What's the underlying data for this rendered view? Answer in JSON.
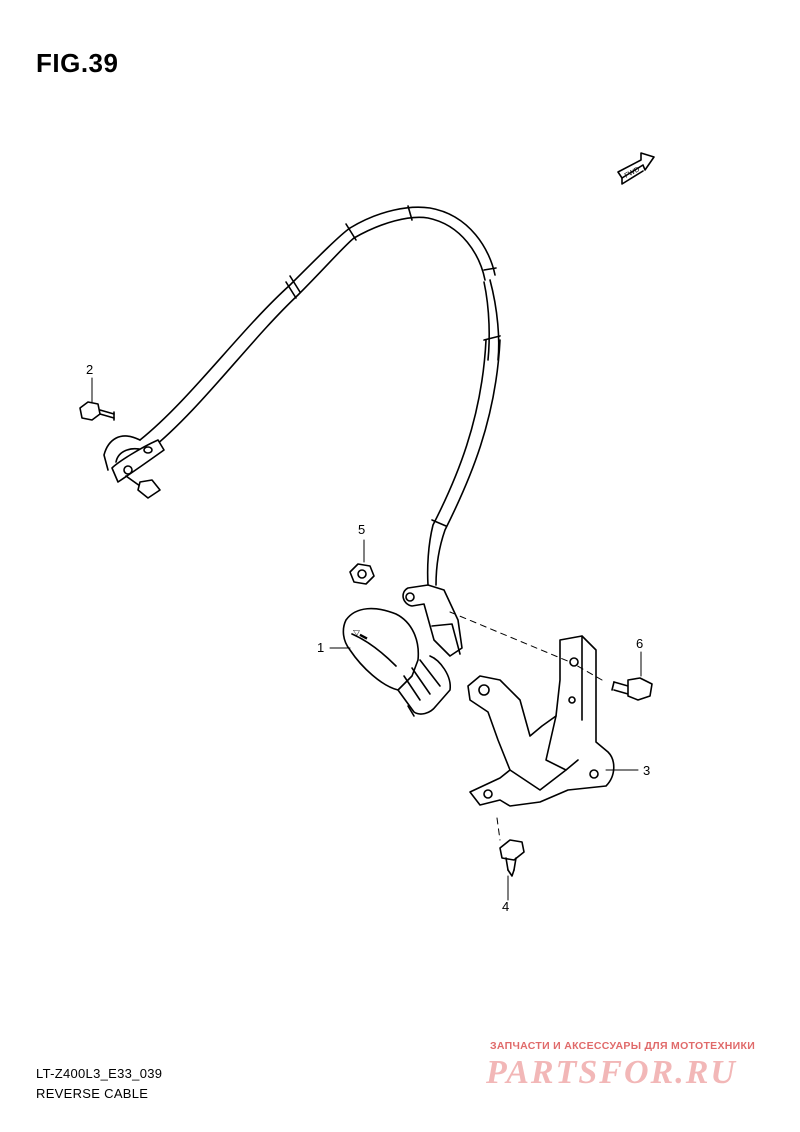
{
  "figure": {
    "title": "FIG.39"
  },
  "callouts": [
    {
      "id": "1",
      "label": "1"
    },
    {
      "id": "2",
      "label": "2"
    },
    {
      "id": "3",
      "label": "3"
    },
    {
      "id": "4",
      "label": "4"
    },
    {
      "id": "5",
      "label": "5"
    },
    {
      "id": "6",
      "label": "6"
    }
  ],
  "fwd_marker": {
    "label": "FWD",
    "icon": "fwd-arrow-icon"
  },
  "footer": {
    "model_code": "LT-Z400L3_E33_039",
    "caption": "REVERSE CABLE"
  },
  "watermark": {
    "tagline": "ЗАПЧАСТИ И АКСЕССУАРЫ ДЛЯ МОТОТЕХНИКИ",
    "logo": "PARTSFOR.RU"
  }
}
